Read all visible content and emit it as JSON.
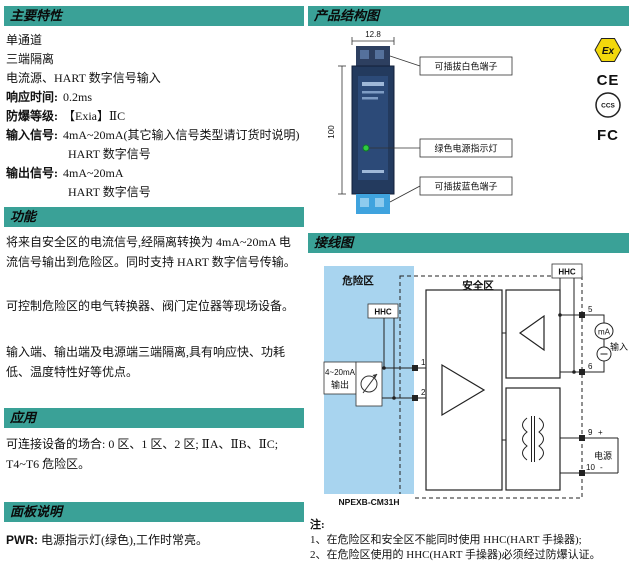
{
  "colors": {
    "header_bg": "#3aa197",
    "hazard_blue": "#a8d4ef",
    "device_navy": "#233a5e",
    "terminal_blue": "#3fa3de",
    "led_green": "#2ecc40",
    "ex_yellow": "#f2d80c"
  },
  "left": {
    "features": {
      "title": "主要特性",
      "items": [
        {
          "label": "",
          "value": "单通道"
        },
        {
          "label": "",
          "value": "三端隔离"
        },
        {
          "label": "",
          "value": "电流源、HART 数字信号输入"
        },
        {
          "label": "响应时间:",
          "value": "0.2ms"
        },
        {
          "label": "防爆等级:",
          "value": "【Exia】ⅡC"
        },
        {
          "label": "输入信号:",
          "value": "4mA~20mA(其它输入信号类型请订货时说明)"
        },
        {
          "label": "",
          "value": "HART 数字信号"
        },
        {
          "label": "输出信号:",
          "value": "4mA~20mA"
        },
        {
          "label": "",
          "value": "HART 数字信号"
        }
      ]
    },
    "function": {
      "title": "功能",
      "paragraphs": [
        "将来自安全区的电流信号,经隔离转换为 4mA~20mA 电流信号输出到危险区。同时支持 HART 数字信号传输。",
        "可控制危险区的电气转换器、阀门定位器等现场设备。",
        "输入端、输出端及电源端三端隔离,具有响应快、功耗低、温度特性好等优点。"
      ]
    },
    "application": {
      "title": "应用",
      "text": "可连接设备的场合: 0 区、1 区、2 区; ⅡA、ⅡB、ⅡC; T4~T6 危险区。"
    },
    "panel": {
      "title": "面板说明",
      "label": "PWR:",
      "text": " 电源指示灯(绿色),工作时常亮。"
    }
  },
  "right": {
    "structure": {
      "title": "产品结构图",
      "dim_width": "12.8",
      "dim_height": "100",
      "callouts": [
        "可插拔白色端子",
        "绿色电源指示灯",
        "可插拔蓝色端子"
      ],
      "certs": {
        "ex": "Ex",
        "ce": "CE",
        "ccs": "CCS",
        "fcc": "FC"
      }
    },
    "wiring": {
      "title": "接线图",
      "hazard_zone": "危险区",
      "safe_zone": "安全区",
      "hhc_hazard": "HHC",
      "hhc_safe": "HHC",
      "output_line1": "4~20mA",
      "output_line2": "输出",
      "model": "NPEXB-CM31H",
      "t1": "1",
      "t2": "2",
      "t5": "5",
      "t6": "6",
      "t9": "9",
      "t10": "10",
      "plus": "+",
      "minus": "-",
      "meter": "mA",
      "input": "输入",
      "power": "电源"
    },
    "notes": {
      "title": "注:",
      "items": [
        "1、在危险区和安全区不能同时使用 HHC(HART 手操器);",
        "2、在危险区使用的 HHC(HART 手操器)必须经过防爆认证。"
      ]
    }
  }
}
